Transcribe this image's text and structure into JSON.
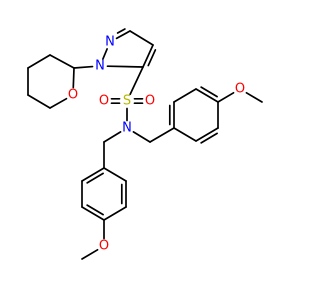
{
  "molecule": {
    "colors": {
      "bond": "#000000",
      "N": "#0000ff",
      "O": "#ff0000",
      "S": "#b8b800"
    },
    "atoms": [
      {
        "id": "n_pz1",
        "label": "N",
        "element": "N"
      },
      {
        "id": "n_pz2",
        "label": "N",
        "element": "N"
      },
      {
        "id": "o_thp",
        "label": "O",
        "element": "O"
      },
      {
        "id": "s_sulf",
        "label": "S",
        "element": "S"
      },
      {
        "id": "o_s_left",
        "label": "O",
        "element": "O"
      },
      {
        "id": "o_s_right",
        "label": "O",
        "element": "O"
      },
      {
        "id": "n_amide",
        "label": "N",
        "element": "N"
      },
      {
        "id": "o_meo_right",
        "label": "O",
        "element": "O"
      },
      {
        "id": "o_meo_bottom",
        "label": "O",
        "element": "O"
      }
    ]
  }
}
